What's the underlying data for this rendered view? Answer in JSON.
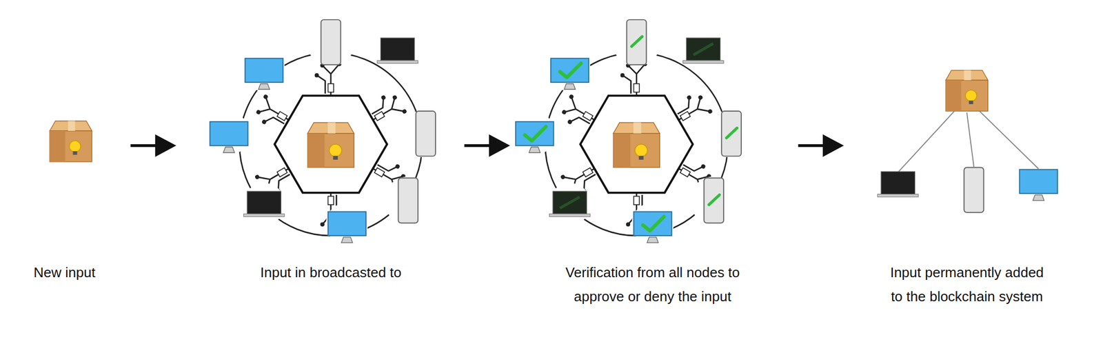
{
  "diagram": {
    "labels": [
      "New input",
      "Input in broadcasted to",
      "Verification from all nodes to approve or deny the input",
      "Input permanently added to the blockchain system"
    ]
  }
}
